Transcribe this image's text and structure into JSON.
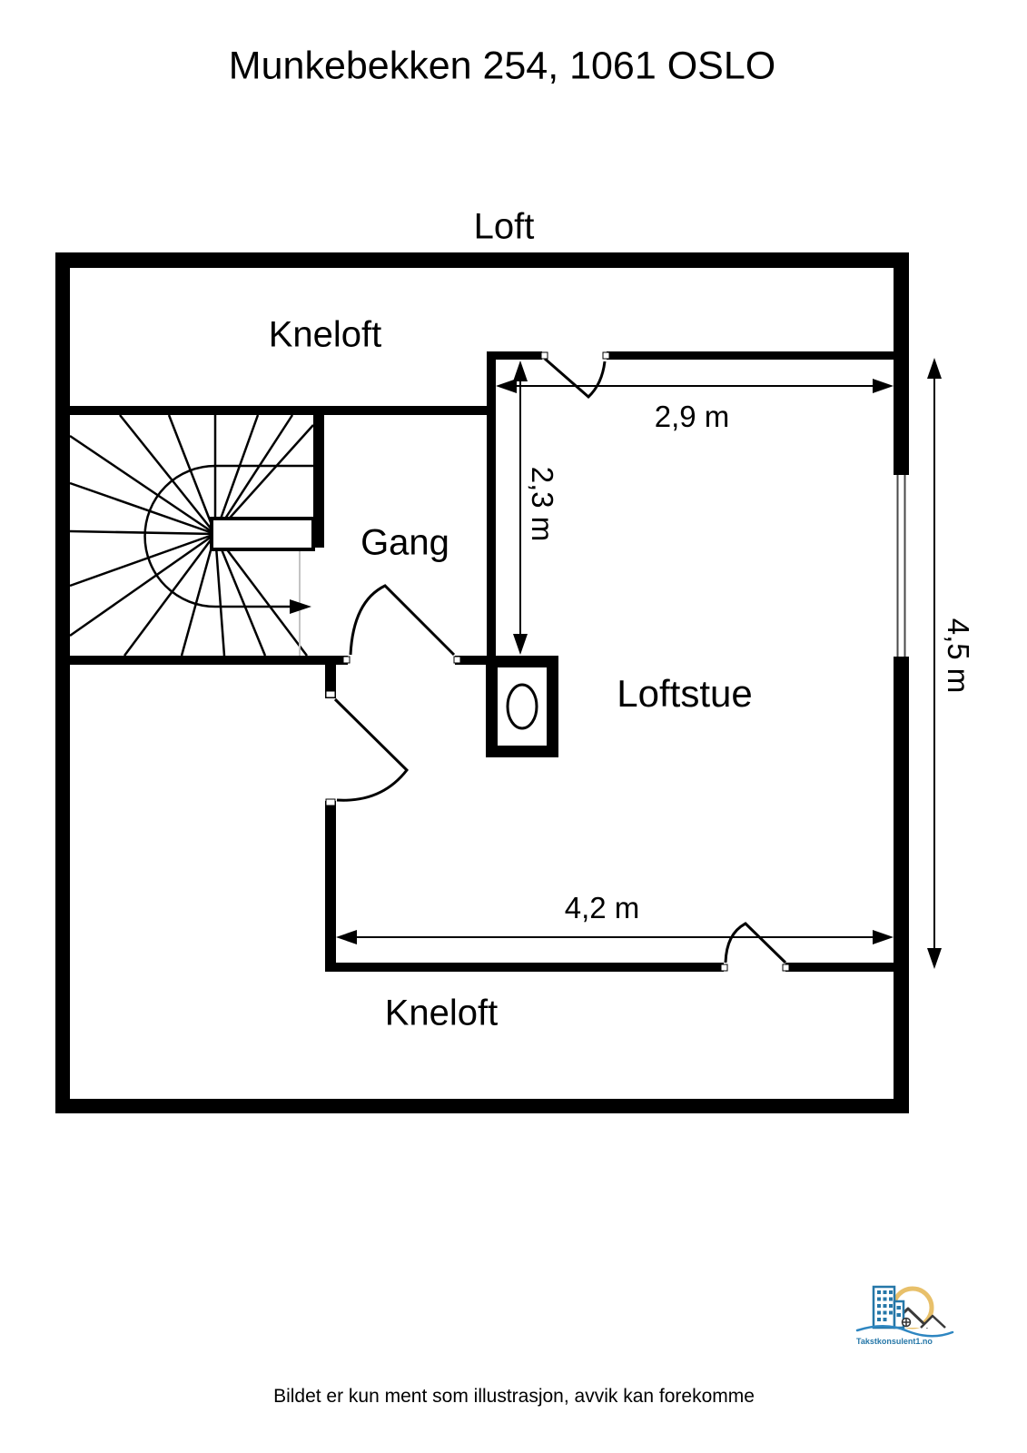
{
  "title": "Munkebekken 254, 1061 OSLO",
  "floor_label": "Loft",
  "rooms": {
    "kneloft_top": "Kneloft",
    "gang": "Gang",
    "loftstue": "Loftstue",
    "kneloft_bottom": "Kneloft"
  },
  "dimensions": {
    "loftstue_width_top": "2,9 m",
    "loftstue_height_inner": "2,3 m",
    "right_side_height": "4,5 m",
    "bottom_width": "4,2 m"
  },
  "footer": {
    "disclaimer": "Bildet er kun ment som illustrasjon, avvik kan forekomme"
  },
  "logo": {
    "text": "Takstkonsulent1.no"
  },
  "colors": {
    "walls": "#000000",
    "lines": "#000000",
    "stair_hidden_edge": "#c4c4c4",
    "logo_blue": "#2577a8",
    "logo_sun": "#e8c06a",
    "logo_roof": "#3a3a3a",
    "logo_wave": "#2e86c1"
  }
}
